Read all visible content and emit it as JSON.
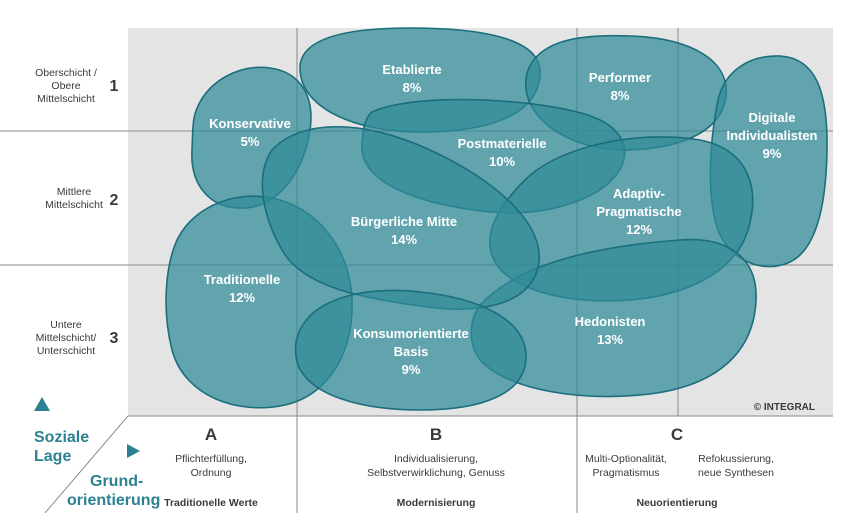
{
  "rows": [
    {
      "number": "1",
      "lines": [
        "Oberschicht /",
        "Obere",
        "Mittelschicht"
      ]
    },
    {
      "number": "2",
      "lines": [
        "Mittlere",
        "Mittelschicht"
      ]
    },
    {
      "number": "3",
      "lines": [
        "Untere",
        "Mittelschicht/",
        "Unterschicht"
      ]
    }
  ],
  "columns": [
    {
      "letter": "A",
      "descriptions": [
        [
          "Pflichterfüllung,",
          "Ordnung"
        ]
      ],
      "footer": "Traditionelle Werte"
    },
    {
      "letter": "B",
      "descriptions": [
        [
          "Individualisierung,",
          "Selbstverwirklichung, Genuss"
        ]
      ],
      "footer": "Modernisierung"
    },
    {
      "letter": "C",
      "descriptions": [
        [
          "Multi-Optionalität,",
          "Pragmatismus"
        ],
        [
          "Refokussierung,",
          "neue Synthesen"
        ]
      ],
      "footer": "Neuorientierung"
    }
  ],
  "axes": {
    "y_label_lines": [
      "Soziale",
      "Lage"
    ],
    "x_label_lines": [
      "Grund-",
      "orientierung"
    ],
    "up_arrow_icon": "triangle-up-icon",
    "right_arrow_icon": "triangle-right-icon"
  },
  "milieus": [
    {
      "id": "etablierte",
      "lines": [
        "Etablierte",
        "8%"
      ]
    },
    {
      "id": "performer",
      "lines": [
        "Performer",
        "8%"
      ]
    },
    {
      "id": "konservative",
      "lines": [
        "Konservative",
        "5%"
      ]
    },
    {
      "id": "postmaterielle",
      "lines": [
        "Postmaterielle",
        "10%"
      ]
    },
    {
      "id": "digitale-individualisten",
      "lines": [
        "Digitale",
        "Individualisten",
        "9%"
      ]
    },
    {
      "id": "adaptiv-pragmatische",
      "lines": [
        "Adaptiv-",
        "Pragmatische",
        "12%"
      ]
    },
    {
      "id": "buergerliche-mitte",
      "lines": [
        "Bürgerliche Mitte",
        "14%"
      ]
    },
    {
      "id": "traditionelle",
      "lines": [
        "Traditionelle",
        "12%"
      ]
    },
    {
      "id": "konsumorientierte-basis",
      "lines": [
        "Konsumorientierte",
        "Basis",
        "9%"
      ]
    },
    {
      "id": "hedonisten",
      "lines": [
        "Hedonisten",
        "13%"
      ]
    }
  ],
  "copyright": "© INTEGRAL",
  "colors": {
    "grid_bg": "#e4e4e4",
    "milieu_fill": "#2f8a98",
    "accent": "#2b8191"
  }
}
